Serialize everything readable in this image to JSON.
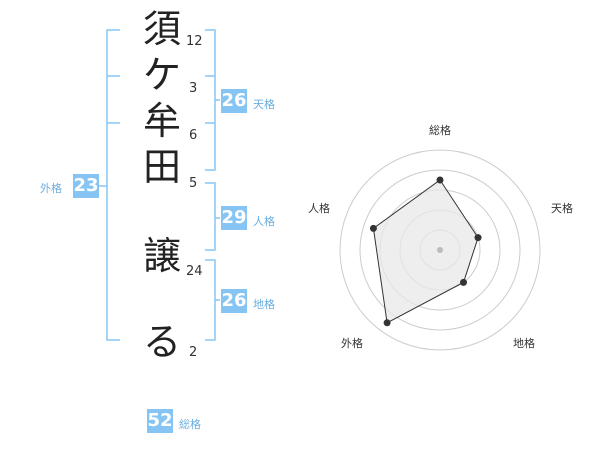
{
  "name": {
    "chars": [
      "須",
      "ケ",
      "牟",
      "田",
      "譲",
      "る"
    ],
    "strokes": [
      "12",
      "3",
      "6",
      "5",
      "24",
      "2"
    ]
  },
  "fortunes": {
    "tenkaku": {
      "label": "天格",
      "value": "26"
    },
    "jinkaku": {
      "label": "人格",
      "value": "29"
    },
    "chikaku": {
      "label": "地格",
      "value": "26"
    },
    "gaikaku": {
      "label": "外格",
      "value": "23"
    },
    "soukaku": {
      "label": "総格",
      "value": "52"
    }
  },
  "radar": {
    "axes": [
      "総格",
      "天格",
      "地格",
      "外格",
      "人格"
    ],
    "levels": 5,
    "values": [
      3.5,
      2.0,
      2.0,
      4.5,
      3.5
    ],
    "max": 5,
    "colors": {
      "fill": "#e8e8e8",
      "line": "#333333",
      "grid": "#cccccc",
      "point": "#333333",
      "center": "#bbbbbb"
    }
  },
  "colors": {
    "bracket": "#86c5f3",
    "badge": "#86c5f3",
    "badge_label": "#6aaedf"
  }
}
